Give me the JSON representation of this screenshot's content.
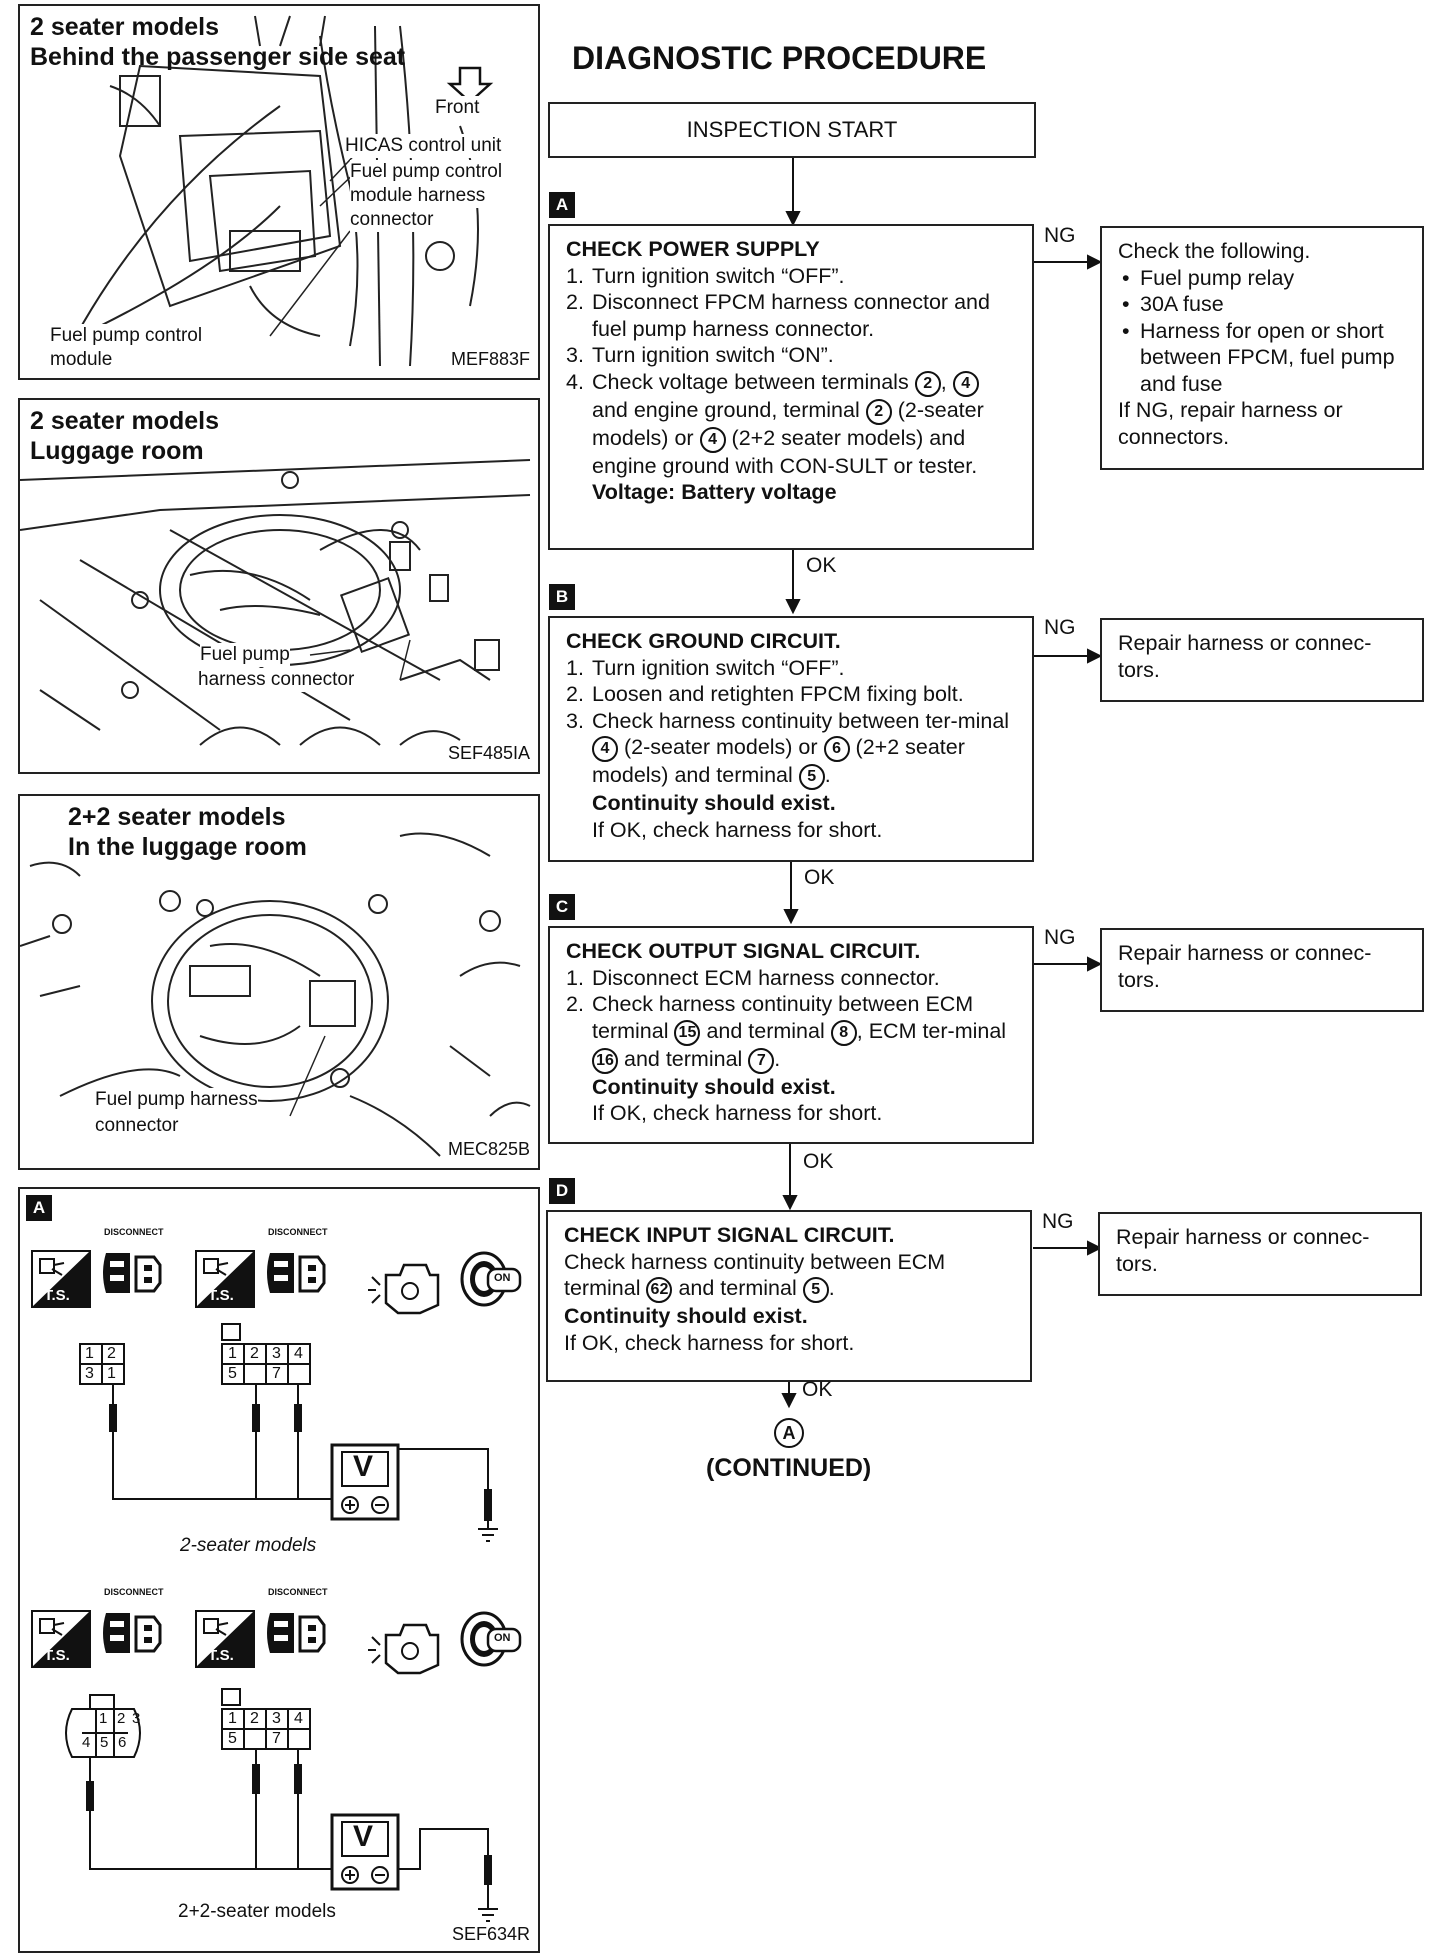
{
  "page": {
    "heading": "DIAGNOSTIC PROCEDURE",
    "start": "INSPECTION START",
    "continued": "(CONTINUED)",
    "connector_letter": "A"
  },
  "left_panels": {
    "panel1": {
      "title_line1": "2 seater models",
      "title_line2": "Behind the passenger side seat",
      "front": "Front",
      "hicas": "HICAS control unit",
      "conn_line1": "Fuel pump control",
      "conn_line2": "module harness",
      "conn_line3": "connector",
      "module_line1": "Fuel pump control",
      "module_line2": "module",
      "fig": "MEF883F"
    },
    "panel2": {
      "title_line1": "2 seater models",
      "title_line2": "Luggage room",
      "label_line1": "Fuel pump",
      "label_line2": "harness connector",
      "fig": "SEF485IA"
    },
    "panel3": {
      "title_line1": "2+2 seater models",
      "title_line2": "In the luggage room",
      "label_line1": "Fuel pump harness",
      "label_line2": "connector",
      "fig": "MEC825B"
    },
    "panel4": {
      "letter": "A",
      "disconnect": "DISCONNECT",
      "ts": "T.S.",
      "on": "ON",
      "volt": "V",
      "caption_top": "2-seater models",
      "caption_bottom": "2+2-seater models",
      "fig": "SEF634R",
      "pins_top_left": [
        "1",
        "2",
        "3",
        "1"
      ],
      "pins_top_right": [
        "1",
        "2",
        "3",
        "4",
        "5",
        "7"
      ],
      "pins_bottom_left": [
        "1",
        "2",
        "3",
        "4",
        "5",
        "6"
      ],
      "pins_bottom_right": [
        "1",
        "2",
        "3",
        "4",
        "5",
        "7"
      ]
    }
  },
  "steps": {
    "a": {
      "letter": "A",
      "title": "CHECK POWER SUPPLY",
      "items": [
        "Turn ignition switch “OFF”.",
        "Disconnect FPCM harness connector and fuel pump harness connector.",
        "Turn ignition switch “ON”."
      ],
      "item4_parts": [
        "Check voltage between terminals",
        ",",
        "and engine ground, terminal",
        "(2-seater models) or",
        "(2+2 seater models) and engine ground with CON-SULT or tester."
      ],
      "item4_terms": [
        "2",
        "4",
        "2",
        "4"
      ],
      "spec": "Voltage: Battery voltage",
      "ng": "NG",
      "ok": "OK",
      "ng_box": {
        "intro": "Check the following.",
        "bullets": [
          "Fuel pump relay",
          "30A fuse",
          "Harness for open or short between FPCM, fuel pump and fuse"
        ],
        "outro": "If NG, repair harness or connectors."
      }
    },
    "b": {
      "letter": "B",
      "title": "CHECK GROUND CIRCUIT.",
      "items": [
        "Turn ignition switch “OFF”.",
        "Loosen and retighten FPCM fixing bolt."
      ],
      "item3_parts": [
        "Check harness continuity between ter-minal",
        "(2-seater models) or",
        "(2+2 seater models) and terminal",
        "."
      ],
      "item3_terms": [
        "4",
        "6",
        "5"
      ],
      "spec": "Continuity should exist.",
      "note": "If OK, check harness for short.",
      "ng": "NG",
      "ok": "OK",
      "ng_text": "Repair harness or connec-tors."
    },
    "c": {
      "letter": "C",
      "title": "CHECK OUTPUT SIGNAL CIRCUIT.",
      "items": [
        "Disconnect ECM harness connector."
      ],
      "item2_parts": [
        "Check harness continuity between ECM terminal",
        "and terminal",
        ", ECM ter-minal",
        "and terminal",
        "."
      ],
      "item2_terms": [
        "15",
        "8",
        "16",
        "7"
      ],
      "spec": "Continuity should exist.",
      "note": "If OK, check harness for short.",
      "ng": "NG",
      "ok": "OK",
      "ng_text": "Repair harness or connec-tors."
    },
    "d": {
      "letter": "D",
      "title": "CHECK INPUT SIGNAL CIRCUIT.",
      "line_parts": [
        "Check harness continuity between ECM terminal",
        "and terminal",
        "."
      ],
      "line_terms": [
        "62",
        "5"
      ],
      "spec": "Continuity should exist.",
      "note": "If OK, check harness for short.",
      "ng": "NG",
      "ok": "OK",
      "ng_text": "Repair harness or connec-tors."
    }
  }
}
